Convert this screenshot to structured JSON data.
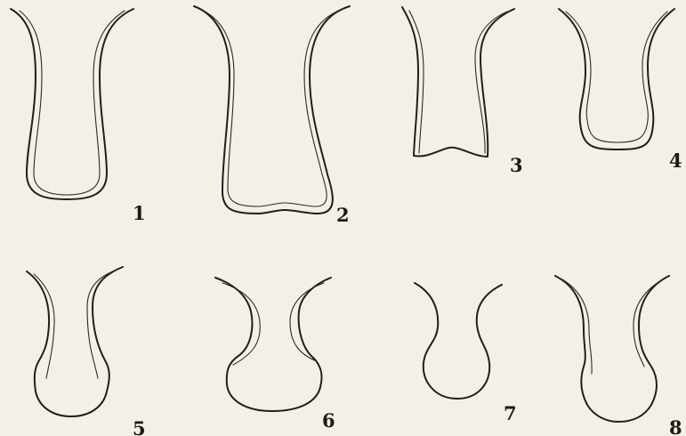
{
  "plate": {
    "figures": [
      {
        "number": "1"
      },
      {
        "number": "2"
      },
      {
        "number": "3"
      },
      {
        "number": "4"
      },
      {
        "number": "5"
      },
      {
        "number": "6"
      },
      {
        "number": "7"
      },
      {
        "number": "8"
      }
    ]
  },
  "colors": {
    "paper": "#f3f0e7",
    "ink": "#1f1f1f"
  }
}
